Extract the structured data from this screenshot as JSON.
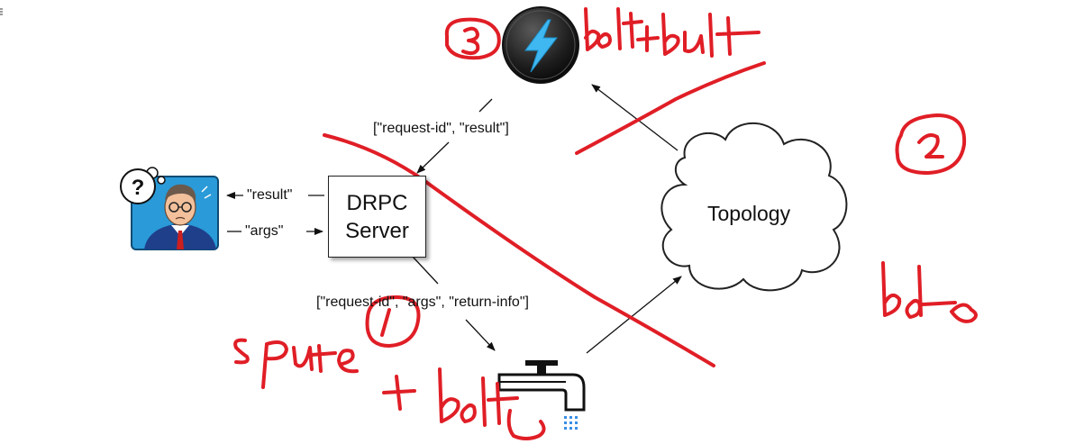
{
  "diagram": {
    "server": {
      "line1": "DRPC",
      "line2": "Server"
    },
    "topology": {
      "label": "Topology"
    },
    "edges": {
      "result_to_client": "\"result\"",
      "args_to_server": "\"args\"",
      "request_id_result": "[\"request-id\", \"result\"]",
      "request_id_args_return_info": "[\"request-id\", \"args\", \"return-info\"]"
    }
  },
  "icons": {
    "client": "confused-man-icon",
    "bolt": "lightning-bolt-icon",
    "spout": "water-faucet-icon"
  },
  "annotations": {
    "color": "#e01e26",
    "circled_numbers": [
      "3",
      "2",
      "1"
    ],
    "notes": [
      "bolt+bolt",
      "bolt",
      "spout + bolt"
    ]
  },
  "colors": {
    "client_background": "#2a9ad8",
    "bolt_circle": "#222222",
    "bolt_glyph": "#3fb7f0",
    "faucet_drops": "#3a8ee6",
    "annotation": "#e01e26"
  }
}
